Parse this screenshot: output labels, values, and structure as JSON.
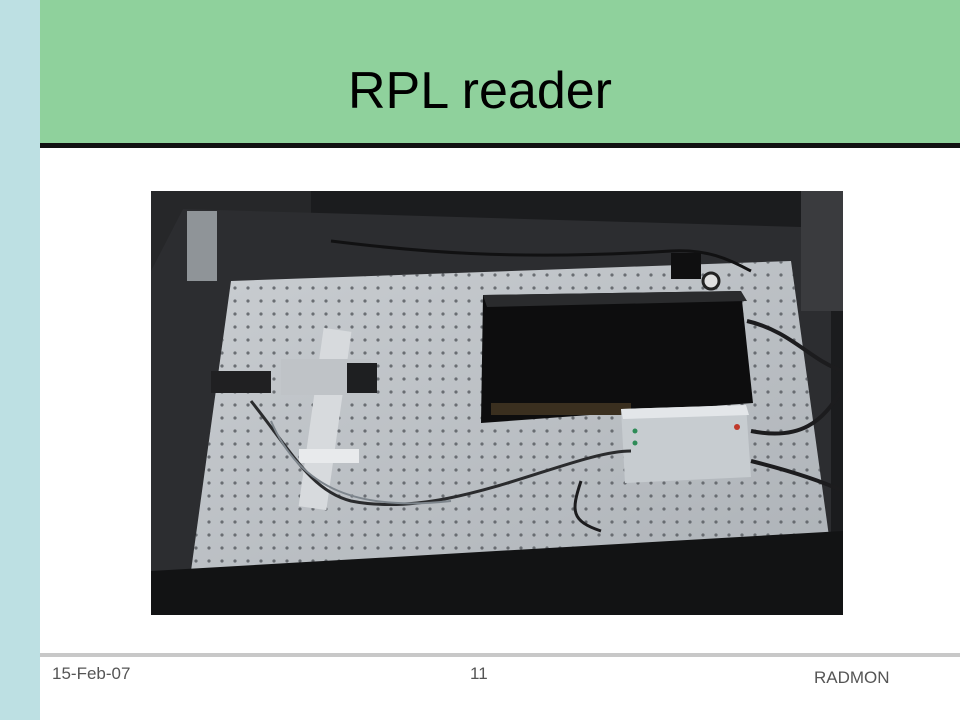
{
  "slide": {
    "title": "RPL reader"
  },
  "image": {
    "description_name": "rpl-reader-photo"
  },
  "footer": {
    "date": "15-Feb-07",
    "page_number": "11",
    "label": "RADMON"
  },
  "colors": {
    "title_band": "#8fd19c",
    "left_strip": "#bde0e3",
    "title_rule": "#111111",
    "footer_rule": "#c8c8c8"
  }
}
